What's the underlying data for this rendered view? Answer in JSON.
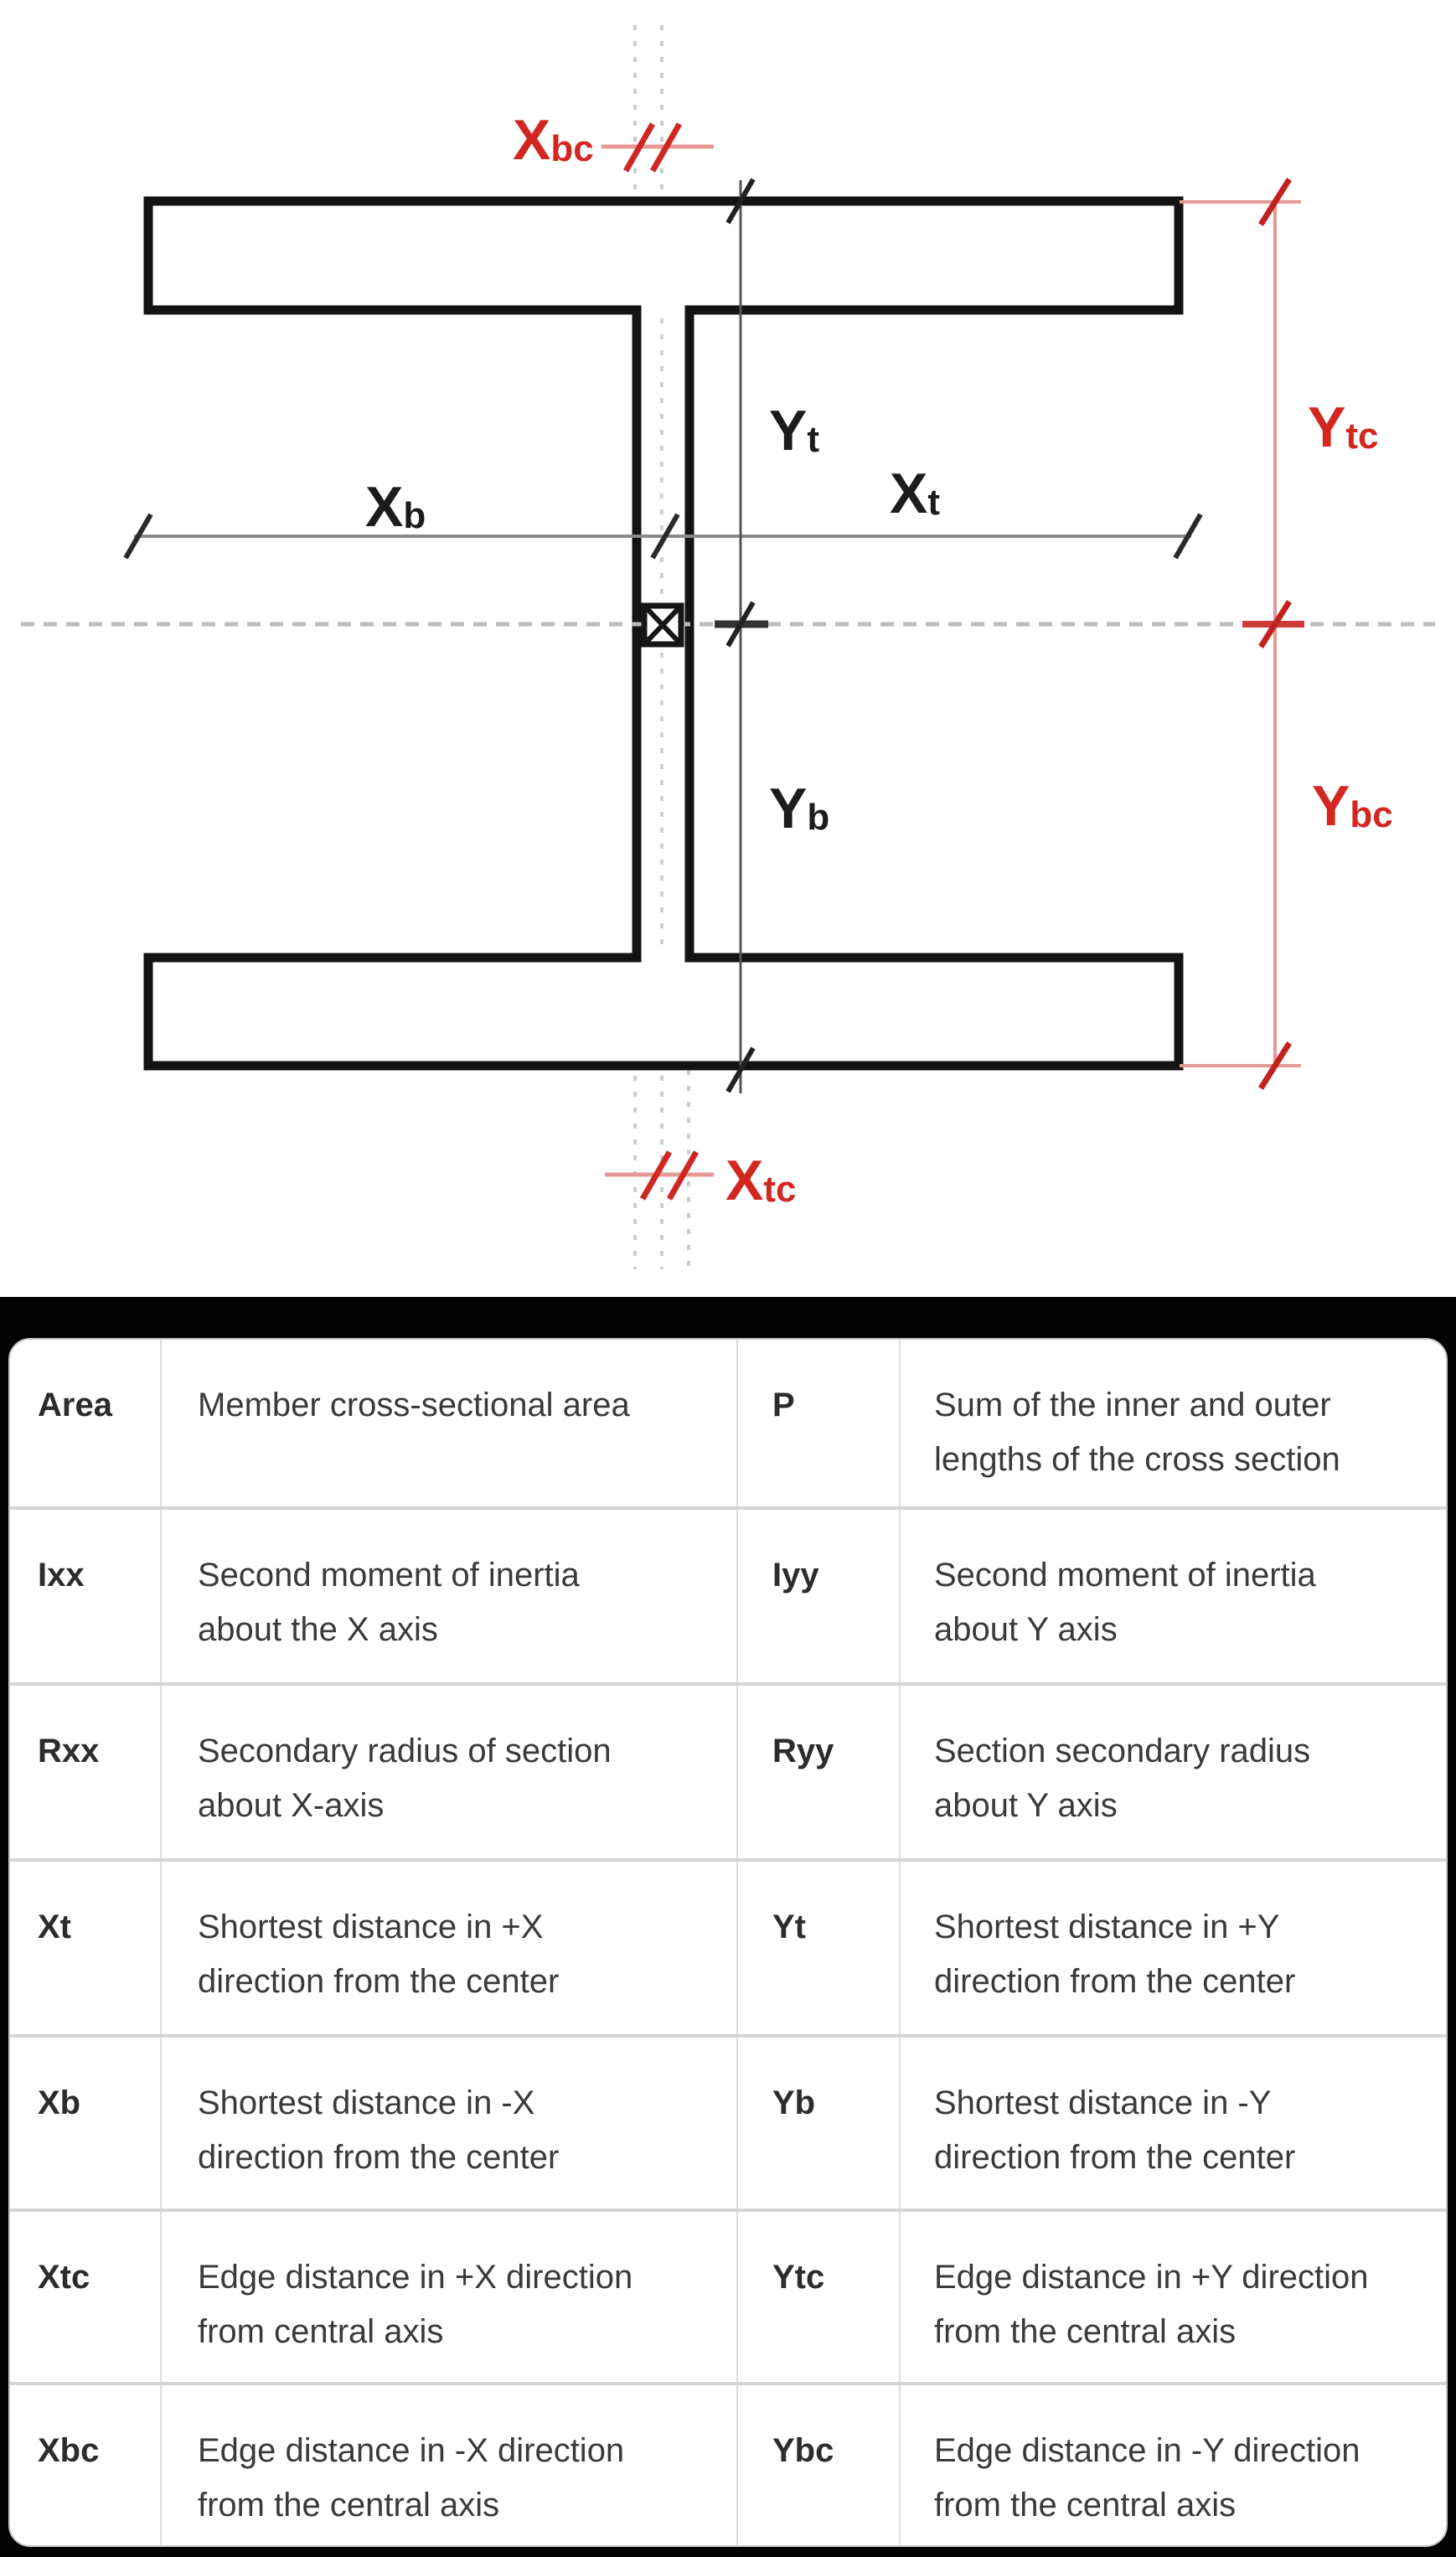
{
  "diagram": {
    "description": "I-beam cross-section dimension diagram",
    "colors": {
      "label_red": "#d2261f",
      "label_black": "#1c1c1c",
      "thin_red_line": "#e59995",
      "beam_stroke": "#131313"
    },
    "labels": {
      "xbc": {
        "main": "X",
        "sub": "bc"
      },
      "xtc": {
        "main": "X",
        "sub": "tc"
      },
      "xb": {
        "main": "X",
        "sub": "b"
      },
      "xt": {
        "main": "X",
        "sub": "t"
      },
      "yt": {
        "main": "Y",
        "sub": "t"
      },
      "yb": {
        "main": "Y",
        "sub": "b"
      },
      "ytc": {
        "main": "Y",
        "sub": "tc"
      },
      "ybc": {
        "main": "Y",
        "sub": "bc"
      }
    }
  },
  "table": {
    "rows": [
      {
        "term1": "Area",
        "def1": "Member cross-sectional area",
        "term2": "P",
        "def2": "Sum of the inner and outer lengths of the cross section"
      },
      {
        "term1": "Ixx",
        "def1": "Second moment of inertia about the X axis",
        "term2": "Iyy",
        "def2": "Second moment of inertia about Y axis"
      },
      {
        "term1": "Rxx",
        "def1": "Secondary radius of section about X-axis",
        "term2": "Ryy",
        "def2": "Section secondary radius about Y axis"
      },
      {
        "term1": "Xt",
        "def1": "Shortest distance in +X direction from the center",
        "term2": "Yt",
        "def2": "Shortest distance in +Y direction from the center"
      },
      {
        "term1": "Xb",
        "def1": "Shortest distance in -X direction from the center",
        "term2": "Yb",
        "def2": "Shortest distance in -Y direction from the center"
      },
      {
        "term1": "Xtc",
        "def1": "Edge distance in +X direction from central axis",
        "term2": "Ytc",
        "def2": "Edge distance in +Y direction from the central axis"
      },
      {
        "term1": "Xbc",
        "def1": "Edge distance in -X direction from the central axis",
        "term2": "Ybc",
        "def2": "Edge distance in -Y direction from the central axis"
      }
    ]
  }
}
